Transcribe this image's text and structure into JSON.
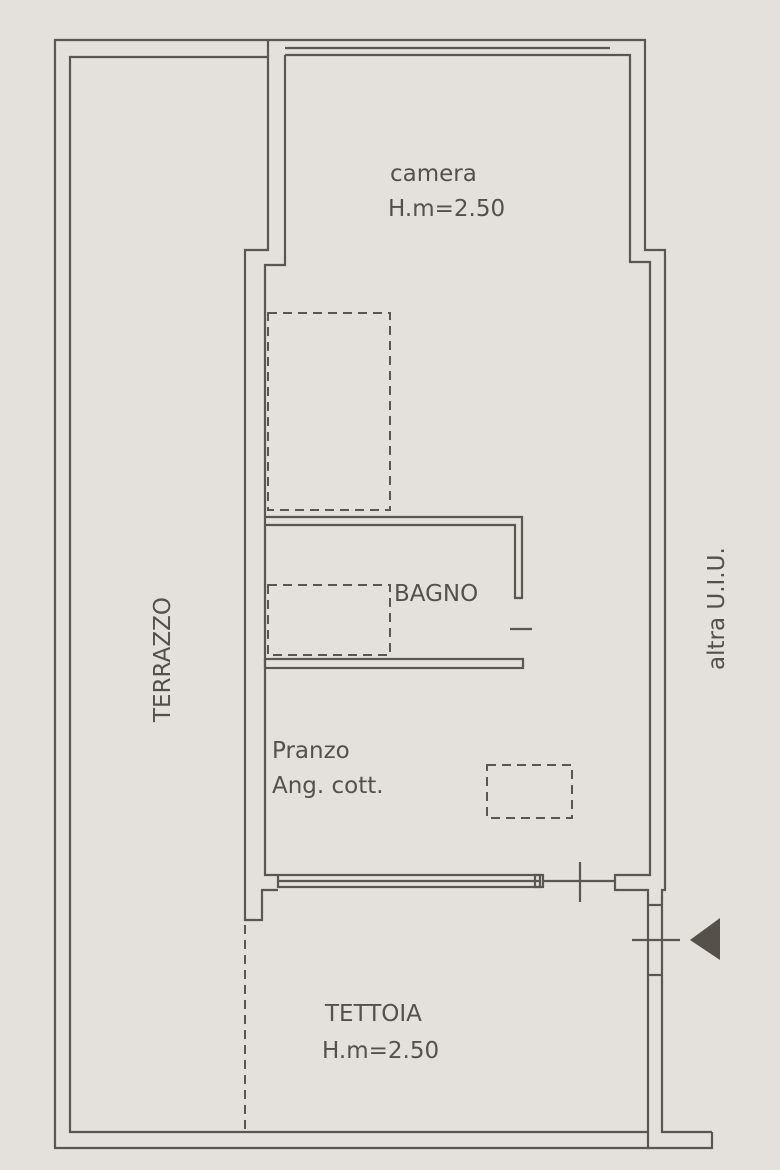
{
  "rooms": {
    "camera": {
      "name": "camera",
      "height": "H.m=2.50"
    },
    "bagno": {
      "name": "BAGNO"
    },
    "pranzo": {
      "line1": "Pranzo",
      "line2": "Ang. cott."
    },
    "tettoia": {
      "name": "TETTOIA",
      "height": "H.m=2.50"
    },
    "terrazzo": {
      "name": "TERRAZZO"
    },
    "neighbor": {
      "name": "altra U.I.U."
    }
  },
  "colors": {
    "paper": "#e4e0db",
    "ink": "#5b5650"
  }
}
